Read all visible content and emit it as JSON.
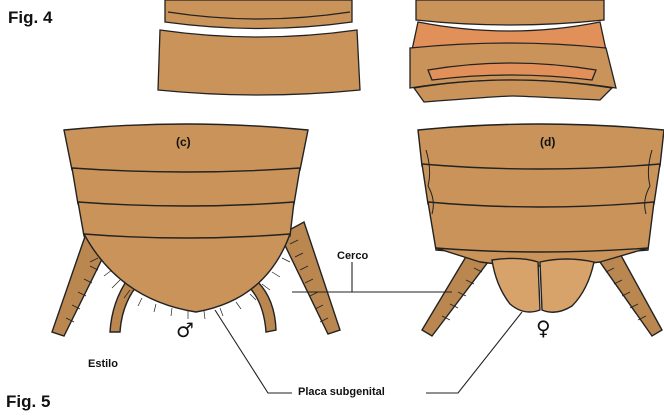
{
  "figure_labels": {
    "top": "Fig. 4",
    "bottom": "Fig. 5"
  },
  "panels": {
    "left": "(c)",
    "right": "(d)"
  },
  "annotations": {
    "cerco": "Cerco",
    "estilo": "Estilo",
    "placa": "Placa subgenital"
  },
  "sex_symbols": {
    "male": "♂",
    "female": "♀"
  },
  "colors": {
    "body": "#c9935a",
    "body_light": "#d8a36a",
    "membrane": "#e2905a",
    "outline": "#222222",
    "cerci": "#b9874f"
  }
}
